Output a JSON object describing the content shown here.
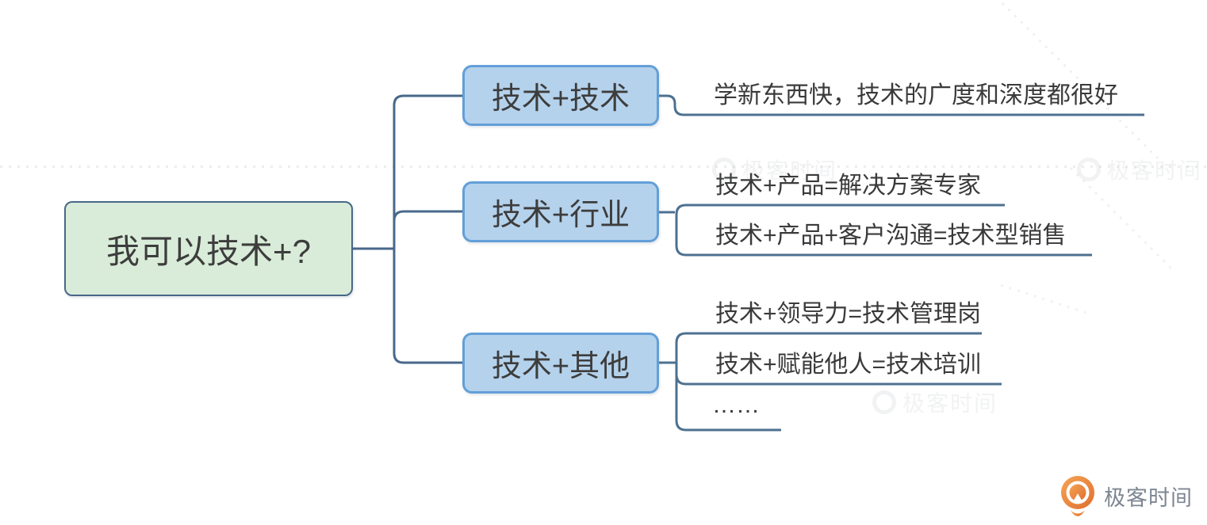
{
  "mindmap": {
    "root": {
      "label": "我可以技术+?"
    },
    "branches": [
      {
        "label": "技术+技术",
        "leaves": [
          "学新东西快，技术的广度和深度都很好"
        ]
      },
      {
        "label": "技术+行业",
        "leaves": [
          "技术+产品=解决方案专家",
          "技术+产品+客户沟通=技术型销售"
        ]
      },
      {
        "label": "技术+其他",
        "leaves": [
          "技术+领导力=技术管理岗",
          "技术+赋能他人=技术培训",
          "……"
        ]
      }
    ]
  },
  "branding": {
    "logo_text": "极客时间",
    "watermark_text": "极客时间"
  },
  "colors": {
    "root_fill": "#D9ECD9",
    "root_border": "#48688A",
    "branch_fill": "#B5D2EC",
    "branch_border": "#639FD8",
    "connector": "#48688A",
    "leaf_line": "#4D7190",
    "text": "#3A3A3A",
    "logo_orange": "#ED7B3C",
    "watermark_gray": "#F0F0F1"
  }
}
